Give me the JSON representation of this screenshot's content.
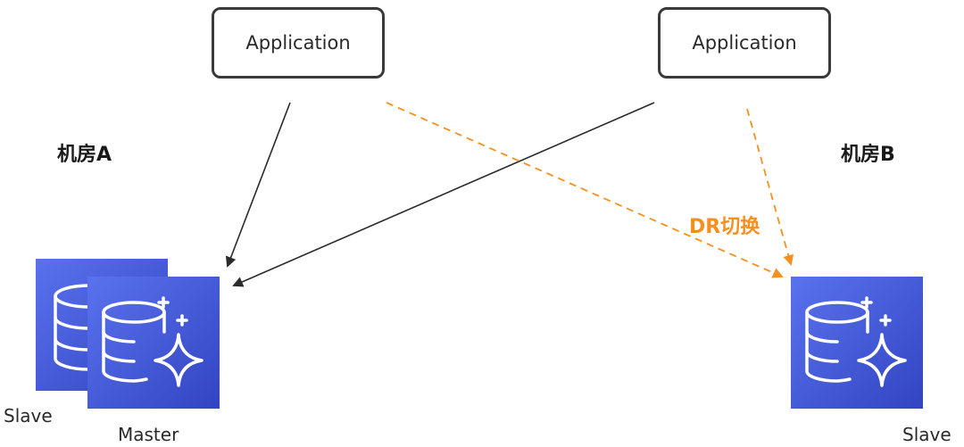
{
  "apps": [
    {
      "label": "Application"
    },
    {
      "label": "Application"
    }
  ],
  "rooms": {
    "a": "机房A",
    "b": "机房B"
  },
  "databases": {
    "slave_a": "Slave",
    "master": "Master",
    "slave_b": "Slave"
  },
  "failover_label": "DR切换",
  "colors": {
    "arrow_dark": "#2b2b2b",
    "arrow_orange": "#f5901e",
    "db_tile_top": "#5a72ee",
    "db_tile_bottom": "#3648c5",
    "box_border": "#3a3a3a"
  },
  "icons": [
    "database-sparkle-icon"
  ]
}
